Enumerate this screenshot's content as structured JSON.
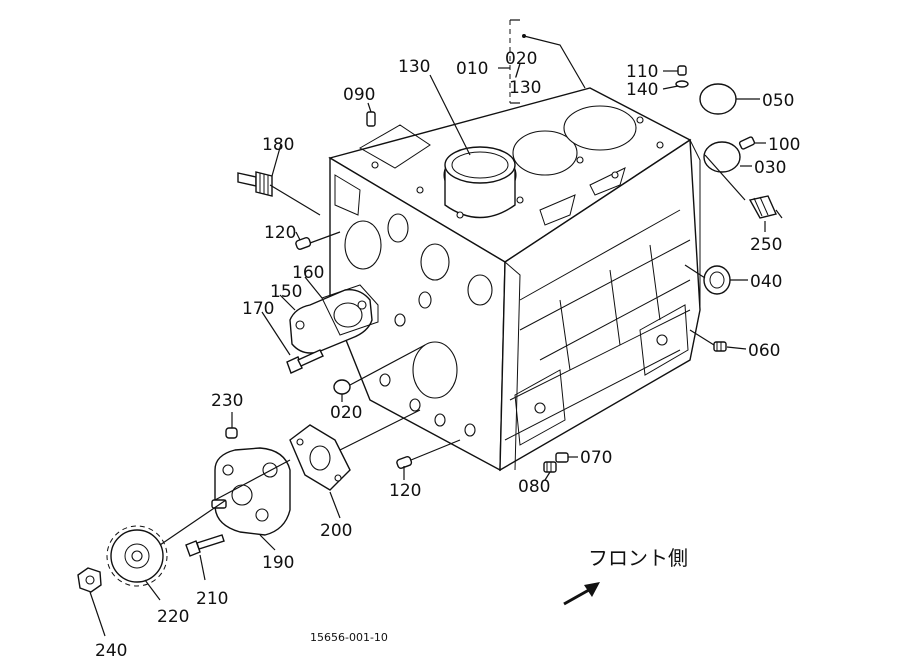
{
  "diagram": {
    "drawing_number": "15656-001-10",
    "front_side_label": "フロント側",
    "group_label": {
      "main": "010",
      "sub_top": "020",
      "sub_bottom": "130"
    },
    "callouts": {
      "c130": "130",
      "c090": "090",
      "c110": "110",
      "c140": "140",
      "c050": "050",
      "c100": "100",
      "c030": "030",
      "c250": "250",
      "c180": "180",
      "c120a": "120",
      "c160": "160",
      "c150": "150",
      "c170": "170",
      "c040": "040",
      "c060": "060",
      "c020": "020",
      "c230": "230",
      "c070": "070",
      "c080": "080",
      "c120b": "120",
      "c200": "200",
      "c190": "190",
      "c210": "210",
      "c220": "220",
      "c240": "240"
    }
  }
}
